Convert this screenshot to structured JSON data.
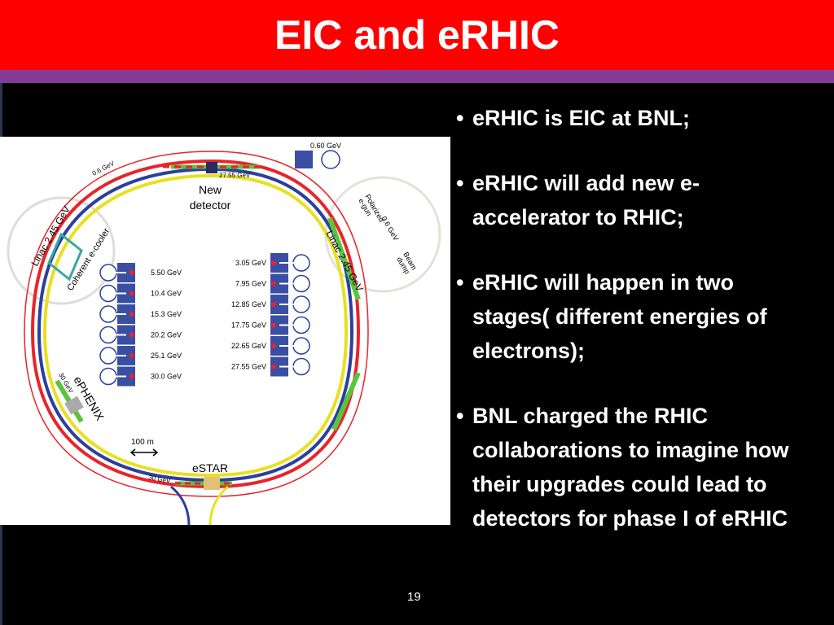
{
  "title": "EIC and eRHIC",
  "bullets": [
    "eRHIC is EIC at BNL;",
    "eRHIC will add new e-accelerator to RHIC;",
    "eRHIC will happen in two stages( different energies of electrons);",
    "BNL charged the RHIC collaborations to imagine how their upgrades could lead to detectors for phase I of eRHIC"
  ],
  "bullet_symbol": "•",
  "page_number": "19",
  "diagram": {
    "new_detector": [
      "New",
      "detector"
    ],
    "top_energy": "27.55 GeV",
    "top_left_energy": "0.6 GeV",
    "injector_energy": "0.60 GeV",
    "linac_left": "Linac 2.45 GeV",
    "linac_right": "Linac 2.45 GeV",
    "cooler": "Coherent e-cooler",
    "gun": [
      "Polarized",
      "e-gun"
    ],
    "gun_energy": "0.6 GeV",
    "dump": [
      "Beam",
      "dump"
    ],
    "left_arcs": [
      "5.50 GeV",
      "10.4 GeV",
      "15.3 GeV",
      "20.2 GeV",
      "25.1 GeV",
      "30.0 GeV"
    ],
    "right_arcs": [
      "3.05 GeV",
      "7.95 GeV",
      "12.85 GeV",
      "17.75 GeV",
      "22.65 GeV",
      "27.55 GeV"
    ],
    "ephenix": "ePHENIX",
    "ephenix_energy": "30 GeV",
    "estar": "eSTAR",
    "estar_energy": "30 GeV",
    "scale": "100 m",
    "colors": {
      "electron": "#e8242a",
      "blue_ring": "#2b3f9e",
      "yellow_ring": "#e8e020",
      "linac": "#5cc43c",
      "magnet": "#3a4fa3"
    }
  }
}
